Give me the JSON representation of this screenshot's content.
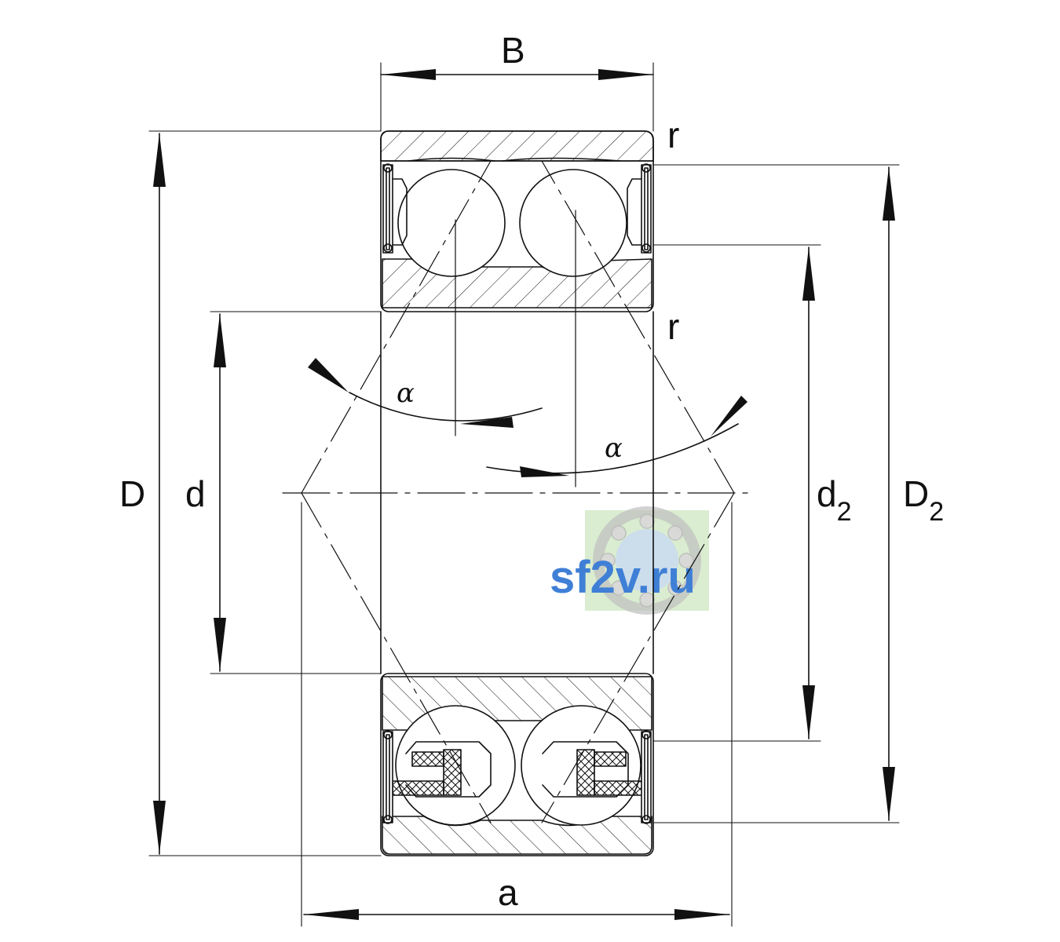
{
  "drawing": {
    "type": "double row angular contact ball bearing cross-section",
    "colors": {
      "line": "#111111",
      "watermark_text": "#3f7fd6",
      "watermark_bg": "#cfe8c4"
    }
  },
  "dimensions": {
    "width": "B",
    "outer_diameter": "D",
    "bore_diameter": "d",
    "inner_shoulder_prefix": "d",
    "inner_shoulder_sub": "2",
    "outer_shoulder_prefix": "D",
    "outer_shoulder_sub": "2",
    "pressure_center_distance": "a",
    "radius_top": "r",
    "radius_bottom": "r",
    "contact_angle_left": "α",
    "contact_angle_right": "α"
  },
  "watermark": {
    "text": "sf2v.ru"
  }
}
